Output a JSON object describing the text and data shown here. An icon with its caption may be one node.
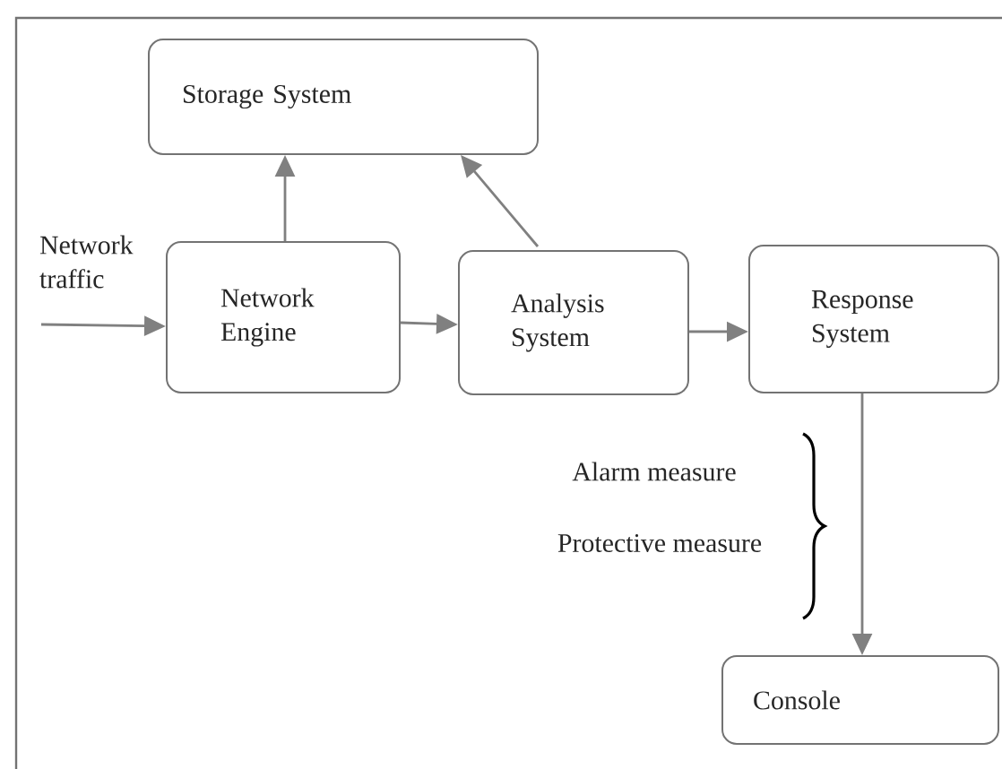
{
  "diagram": {
    "nodes": [
      {
        "text": [
          "Storage System"
        ]
      },
      {
        "text": [
          "Network Engine"
        ]
      },
      {
        "text": [
          "Analysis System"
        ]
      },
      {
        "text": [
          "Response System"
        ]
      },
      {
        "text": [
          "Console"
        ]
      }
    ],
    "edges": [
      {
        "from": null,
        "to": 1,
        "arrow": "to",
        "label": "Network traffic"
      },
      {
        "from": 1,
        "to": 0,
        "arrow": "to"
      },
      {
        "from": 2,
        "to": 0,
        "arrow": "to"
      },
      {
        "from": 1,
        "to": 2,
        "arrow": "to"
      },
      {
        "from": 2,
        "to": 3,
        "arrow": "to"
      },
      {
        "from": 3,
        "to": 4,
        "arrow": "to"
      }
    ],
    "labels": [
      "Alarm measure",
      "Protective measure"
    ]
  }
}
